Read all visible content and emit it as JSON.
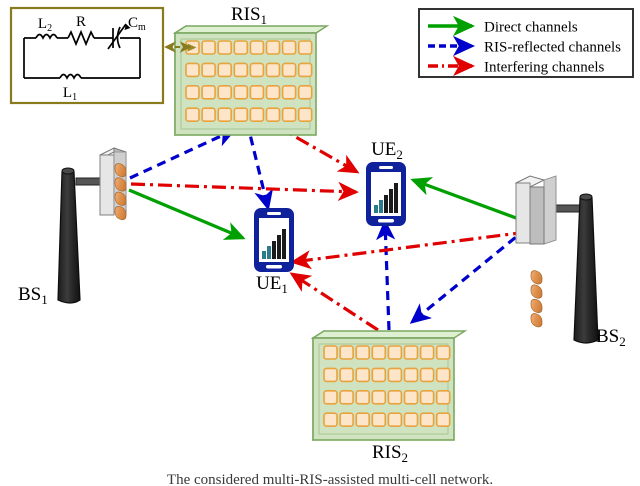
{
  "figure": {
    "title_nodes": {
      "ris1": {
        "base": "RIS",
        "sub": "1"
      },
      "ris2": {
        "base": "RIS",
        "sub": "2"
      },
      "bs1": {
        "base": "BS",
        "sub": "1"
      },
      "bs2": {
        "base": "BS",
        "sub": "2"
      },
      "ue1": {
        "base": "UE",
        "sub": "1"
      },
      "ue2": {
        "base": "UE",
        "sub": "2"
      }
    },
    "caption": "The considered multi-RIS-assisted multi-cell network."
  },
  "circuit": {
    "components": [
      {
        "name": "inductor-l2",
        "base": "L",
        "sub": "2"
      },
      {
        "name": "resistor-r",
        "base": "R",
        "sub": ""
      },
      {
        "name": "capacitor-cm",
        "base": "C",
        "sub": "m"
      },
      {
        "name": "inductor-l1",
        "base": "L",
        "sub": "1"
      }
    ],
    "border_color": "#8a7a1e",
    "link_color": "#8a7a1e"
  },
  "legend": {
    "items": [
      {
        "label": "Direct channels",
        "color": "#00a000",
        "style": "solid",
        "name": "legend-direct"
      },
      {
        "label": "RIS-reflected channels",
        "color": "#0000cd",
        "style": "dashed",
        "name": "legend-ris-reflected"
      },
      {
        "label": "Interfering channels",
        "color": "#e00000",
        "style": "dashdot",
        "name": "legend-interfering"
      }
    ],
    "border_color": "#333333"
  },
  "palette": {
    "ris_board": "#cfe3c0",
    "ris_board_edge": "#7aa861",
    "ris_cell_fill": "#fce5c8",
    "ris_cell_stroke": "#e8a33d",
    "ue_body": "#10219c",
    "ue_screen": "#ffffff",
    "bs_pole": "#2e2e2e",
    "bs_panel": "#d8d8d8",
    "bs_element": "#e89a5c",
    "direct": "#00a000",
    "reflected": "#0000cd",
    "interfering": "#e00000"
  },
  "ris_grid": {
    "cols": 8,
    "rows": 4
  },
  "bs_panel": {
    "elements": 4
  }
}
